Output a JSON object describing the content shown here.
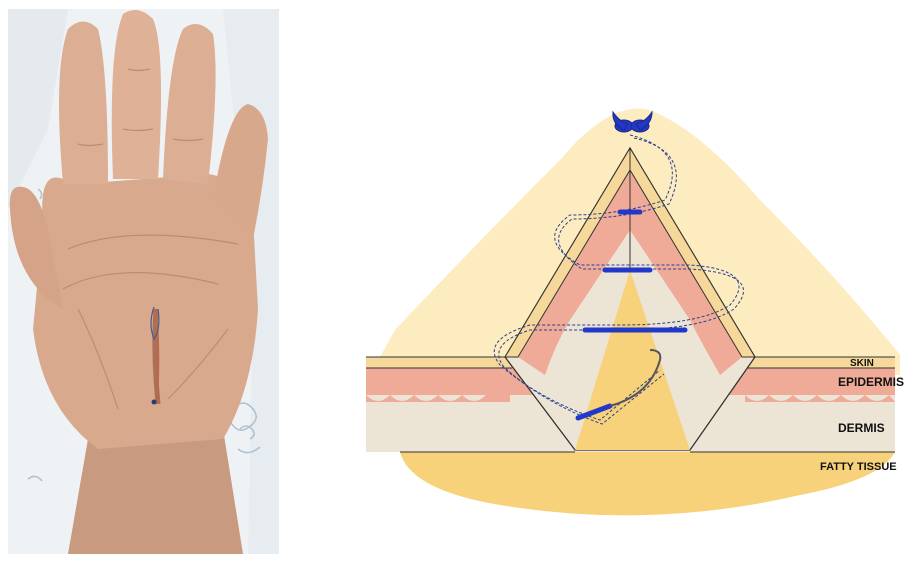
{
  "figure": {
    "photo": {
      "subject": "palm-with-sutured-incision"
    },
    "diagram": {
      "layers": {
        "skin": "SKIN",
        "epidermis": "EPIDERMIS",
        "dermis": "DERMIS",
        "fatty_tissue": "FATTY TISSUE"
      }
    }
  }
}
